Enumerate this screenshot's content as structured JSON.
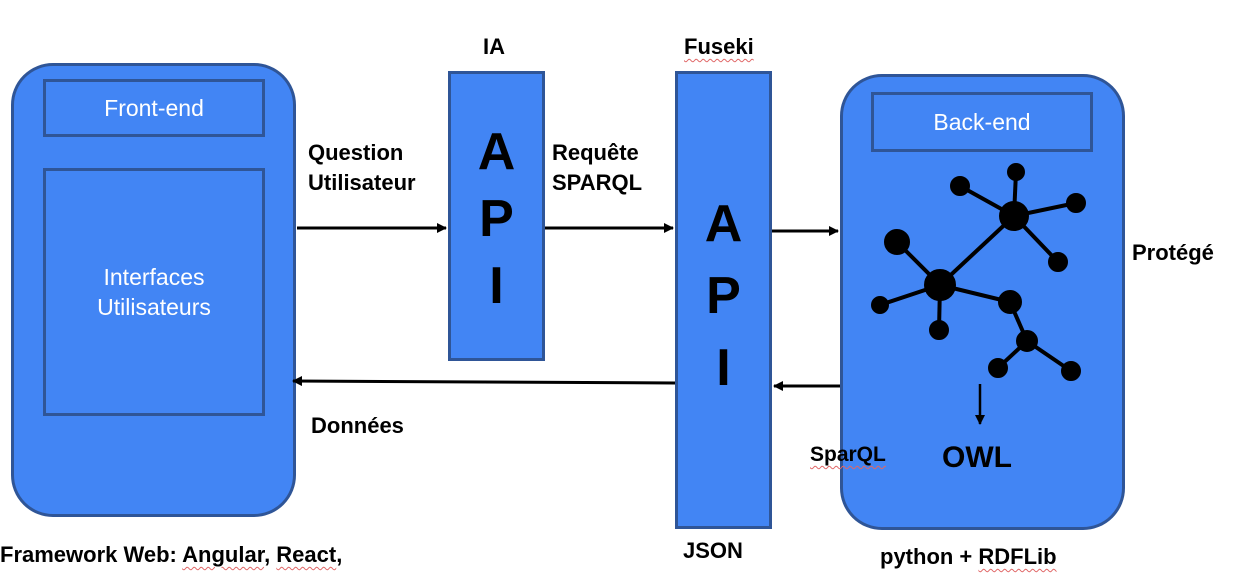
{
  "frontend": {
    "title": "Front-end",
    "interfaces_line1": "Interfaces",
    "interfaces_line2": "Utilisateurs",
    "framework_prefix": "Framework Web: ",
    "framework_angular": "Angular",
    "framework_sep": ", ",
    "framework_react": "React",
    "framework_suffix": ","
  },
  "ia": {
    "title": "IA",
    "letters": [
      "A",
      "P",
      "I"
    ]
  },
  "fuseki": {
    "title": "Fuseki",
    "letters": [
      "A",
      "P",
      "I"
    ],
    "bottom_label": "JSON"
  },
  "backend": {
    "title": "Back-end",
    "owl": "OWL",
    "right_label": "Protégé",
    "bottom_prefix": "python + ",
    "bottom_lib": "RDFLib"
  },
  "arrows": {
    "question_line1": "Question",
    "question_line2": "Utilisateur",
    "requete_line1": "Requête",
    "requete_line2": "SPARQL",
    "donnees": "Données",
    "sparql_small": "SparQL"
  },
  "colors": {
    "box_fill": "#4285f4",
    "box_border": "#2f5597"
  }
}
